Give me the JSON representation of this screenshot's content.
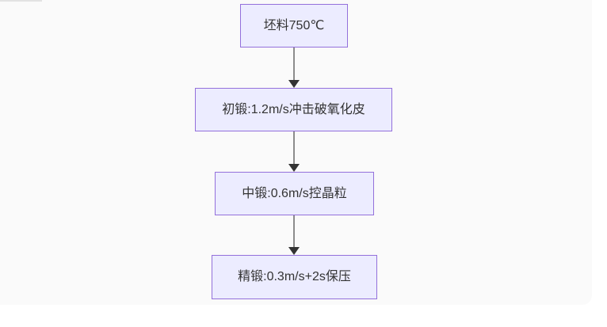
{
  "theme": {
    "page_bg": "#ffffff",
    "canvas_bg": "#fafafa",
    "node_fill": "#ececff",
    "node_border": "#9370db",
    "node_text_color": "#333333",
    "edge_color": "#8c8c8c",
    "arrow_color": "#333333"
  },
  "diagram": {
    "type": "flowchart",
    "direction": "top-to-bottom",
    "nodes": [
      {
        "id": "billet",
        "label": "坯料750℃"
      },
      {
        "id": "initial-forging",
        "label": "初锻:1.2m/s冲击破氧化皮"
      },
      {
        "id": "middle-forging",
        "label": "中锻:0.6m/s控晶粒"
      },
      {
        "id": "final-forging",
        "label": "精锻:0.3m/s+2s保压"
      }
    ],
    "edges": [
      {
        "from": "billet",
        "to": "initial-forging"
      },
      {
        "from": "initial-forging",
        "to": "middle-forging"
      },
      {
        "from": "middle-forging",
        "to": "final-forging"
      }
    ]
  }
}
